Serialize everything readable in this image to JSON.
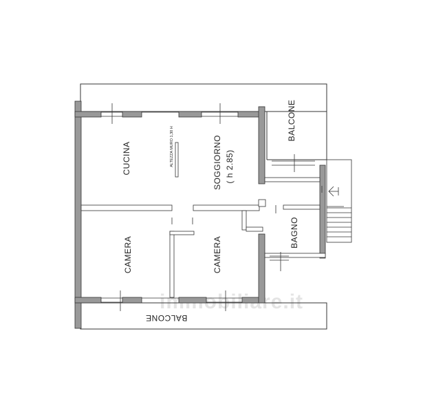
{
  "rooms": {
    "cucina": "CUCINA",
    "soggiorno": "SOGGIORNO",
    "soggiorno_height": "( h 2.85)",
    "camera_left": "CAMERA",
    "camera_right": "CAMERA",
    "bagno": "BAGNO",
    "balcone_top": "BALCONE",
    "balcone_bottom": "BALCONE"
  },
  "notes": {
    "wall_height": "ALTEZZA MURO 1,30 H"
  },
  "watermark": "immobiliare.it",
  "colors": {
    "wall": "#999999",
    "line": "#333333",
    "watermark": "#e4e4e4"
  }
}
